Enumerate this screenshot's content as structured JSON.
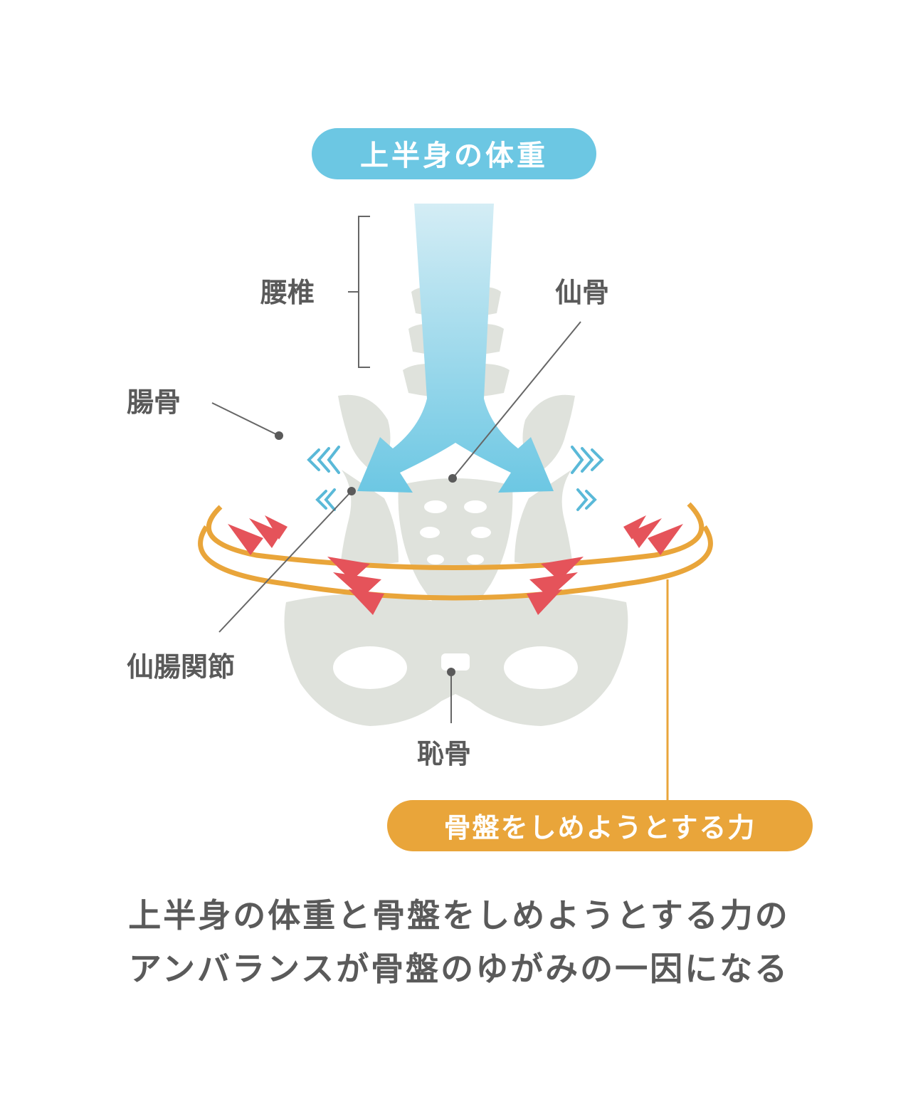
{
  "top_label": "上半身の体重",
  "bottom_label": "骨盤をしめようとする力",
  "labels": {
    "lumbar": "腰椎",
    "sacrum": "仙骨",
    "ilium": "腸骨",
    "sacroiliac_joint": "仙腸関節",
    "pubis": "恥骨"
  },
  "caption": {
    "line1": "上半身の体重と骨盤をしめようとする力の",
    "line2": "アンバランスが骨盤のゆがみの一因になる"
  },
  "colors": {
    "blue": "#6cc7e3",
    "orange": "#e9a53a",
    "red": "#e5535a",
    "bone": "#dfe2dc",
    "text": "#5a5a5a"
  }
}
